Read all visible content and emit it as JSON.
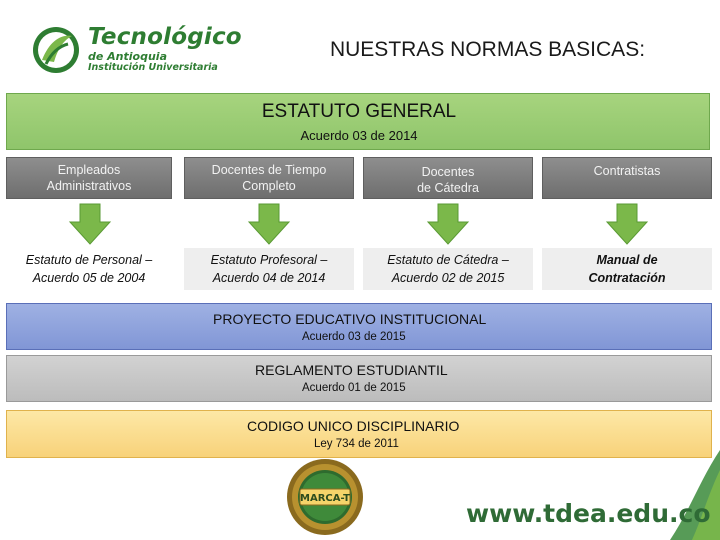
{
  "logo": {
    "title": "Tecnológico",
    "line1": "de Antioquia",
    "line2": "Institución Universitaria"
  },
  "page_title": "NUESTRAS NORMAS BASICAS:",
  "estatuto": {
    "title": "ESTATUTO GENERAL",
    "subtitle": "Acuerdo 03 de 2014"
  },
  "columns": [
    {
      "category_lines": [
        "Empleados",
        "Administrativos"
      ],
      "statute_lines": [
        "Estatuto de Personal –",
        "Acuerdo 05 de 2004"
      ]
    },
    {
      "category_lines": [
        "Docentes de Tiempo",
        "Completo"
      ],
      "statute_lines": [
        "Estatuto Profesoral –",
        "Acuerdo 04 de 2014"
      ]
    },
    {
      "category_lines": [
        "Docentes",
        "de Cátedra"
      ],
      "statute_lines": [
        "Estatuto de Cátedra –",
        "Acuerdo 02 de 2015"
      ]
    },
    {
      "category_lines": [
        "Contratistas"
      ],
      "statute_lines": [
        "Manual de",
        "Contratación"
      ]
    }
  ],
  "proyecto": {
    "title": "PROYECTO EDUCATIVO INSTITUCIONAL",
    "subtitle": "Acuerdo 03 de 2015"
  },
  "reglamento": {
    "title": "REGLAMENTO ESTUDIANTIL",
    "subtitle": "Acuerdo 01 de 2015"
  },
  "codigo": {
    "title": "CODIGO UNICO DISCIPLINARIO",
    "subtitle": "Ley 734 de 2011"
  },
  "seal": {
    "text": "MARCA-T"
  },
  "website": "www.tdea.edu.co",
  "colors": {
    "brand_green": "#2e7d32",
    "arrow_green": "#7bb84a",
    "estatuto_green": "#9bcd76",
    "proyecto_blue": "#8fa3dc",
    "reglamento_gray": "#c8c8c8",
    "codigo_yellow": "#fbdc8e"
  },
  "icons": [
    "logo-leaf-icon",
    "down-arrow-icon",
    "marca-t-seal-icon"
  ]
}
